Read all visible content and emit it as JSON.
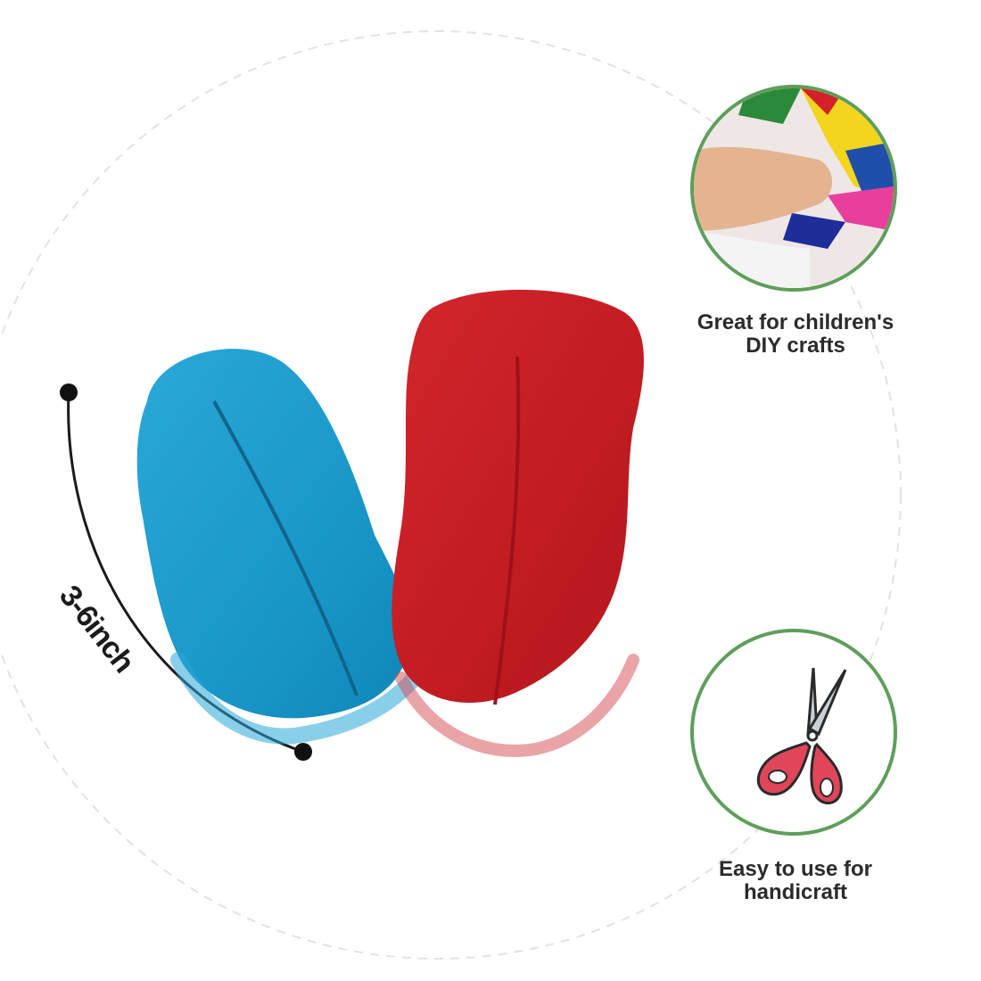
{
  "measurement": {
    "label": "3-6inch"
  },
  "features": [
    {
      "icon": "crafts-photo",
      "caption_line1": "Great for children's",
      "caption_line2": "DIY crafts"
    },
    {
      "icon": "scissors-icon",
      "caption_line1": "Easy to use for",
      "caption_line2": "handicraft"
    }
  ],
  "colors": {
    "feather_blue": "#1f9fd0",
    "feather_red": "#c81e24",
    "ring_green": "#5e9e5a",
    "scissors_pink": "#e0465a"
  }
}
